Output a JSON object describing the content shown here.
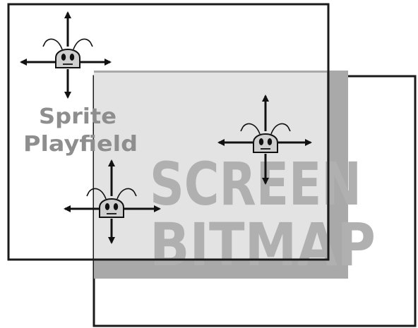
{
  "labels": {
    "sprite_line1": "Sprite",
    "sprite_line2": "Playfield",
    "screen_line1": "SCREEN",
    "screen_line2": "BITMAP"
  },
  "colors": {
    "frame": "#1a1a1a",
    "screen_shadow": "#a9a9a9",
    "screen_panel": "#e2e2e2",
    "screen_text": "#b0b0b0",
    "sprite_text": "#8e8e8e",
    "sprite_face": "#cfcfcf",
    "arrow": "#111111"
  },
  "sprites": [
    {
      "name": "sprite-top-left"
    },
    {
      "name": "sprite-center-right"
    },
    {
      "name": "sprite-bottom-left"
    }
  ]
}
